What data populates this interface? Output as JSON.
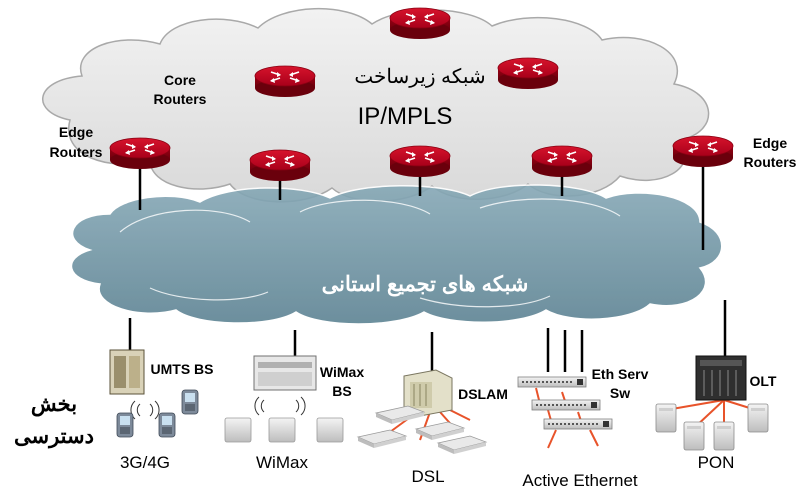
{
  "core": {
    "network_title_fa": "شبکه زیرساخت",
    "network_title_en": "IP/MPLS",
    "core_routers_line1": "Core",
    "core_routers_line2": "Routers"
  },
  "edge": {
    "left_line1": "Edge",
    "left_line2": "Routers",
    "right_line1": "Edge",
    "right_line2": "Routers"
  },
  "aggregation": {
    "title_fa": "شبکه های تجمیع استانی"
  },
  "access": {
    "title_fa_line1": "بخش",
    "title_fa_line2": "دسترسی",
    "umts_bs": "UMTS BS",
    "wimax_bs_line1": "WiMax",
    "wimax_bs_line2": "BS",
    "dslam": "DSLAM",
    "eth_serv_line1": "Eth Serv",
    "eth_serv_line2": "Sw",
    "olt": "OLT",
    "label_3g": "3G/4G",
    "label_wimax": "WiMax",
    "label_dsl": "DSL",
    "label_active_ethernet": "Active Ethernet",
    "label_pon": "PON"
  },
  "colors": {
    "router_red": "#b5001a",
    "router_dark": "#7a0010",
    "core_cloud": "#e6e6e6",
    "agg_cloud": "#6f94a4",
    "agg_text": "#ffffff",
    "link": "#000000",
    "access_link": "#e8532a"
  }
}
